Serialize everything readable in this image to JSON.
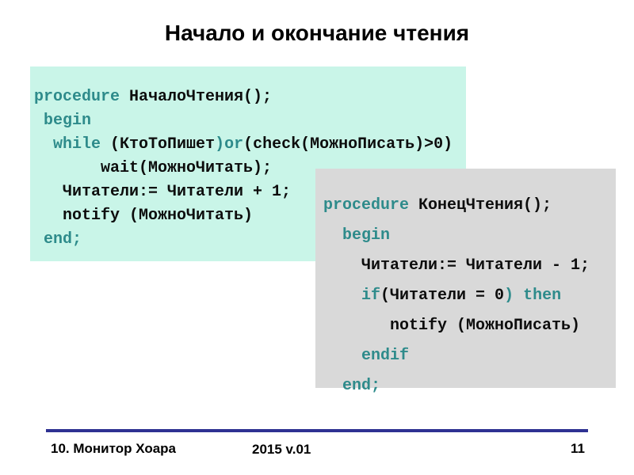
{
  "title": "Начало и окончание чтения",
  "colors": {
    "code_box_1_background": "#c9f5e8",
    "code_box_2_background": "#d9d9d9",
    "keyword_teal": "#2e8b8b",
    "code_text": "#0d0d0d",
    "footer_divider_navy": "#2e3192"
  },
  "code_blocks": [
    {
      "name": "start-reading-procedure",
      "lines": [
        [
          [
            "procedure ",
            1
          ],
          [
            "НачалоЧтения();",
            0
          ]
        ],
        [
          [
            " ",
            0
          ],
          [
            "begin",
            1
          ]
        ],
        [
          [
            "  ",
            0
          ],
          [
            "while",
            1
          ],
          [
            " (КтоТоПишет",
            0
          ],
          [
            ")",
            1
          ],
          [
            "or",
            1
          ],
          [
            "(check(МожноПисать)>0)",
            0
          ]
        ],
        [
          [
            "       wait(МожноЧитать);",
            0
          ]
        ],
        [
          [
            "   Читатели:= Читатели + 1;",
            0
          ]
        ],
        [
          [
            "   notify (МожноЧитать)",
            0
          ]
        ],
        [
          [
            " ",
            0
          ],
          [
            "end;",
            1
          ]
        ]
      ]
    },
    {
      "name": "end-reading-procedure",
      "lines": [
        [
          [
            "procedure ",
            1
          ],
          [
            "КонецЧтения();",
            0
          ]
        ],
        [
          [
            "  ",
            0
          ],
          [
            "begin",
            1
          ]
        ],
        [
          [
            "    Читатели:= Читатели - 1;",
            0
          ]
        ],
        [
          [
            "    ",
            0
          ],
          [
            "if",
            1
          ],
          [
            "(Читатели = 0",
            0
          ],
          [
            ")",
            1
          ],
          [
            " ",
            0
          ],
          [
            "then",
            1
          ]
        ],
        [
          [
            "       notify (МожноПисать)",
            0
          ]
        ],
        [
          [
            "    ",
            0
          ],
          [
            "endif",
            1
          ]
        ],
        [
          [
            "  ",
            0
          ],
          [
            "end;",
            1
          ]
        ]
      ]
    }
  ],
  "footer": {
    "left": "10. Монитор Хоара",
    "center": "2015 v.01",
    "page": "11"
  }
}
